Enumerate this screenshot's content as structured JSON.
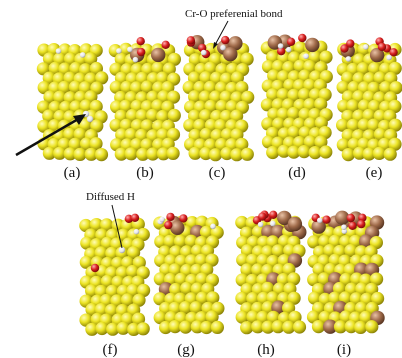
{
  "figure": {
    "panels": [
      {
        "label": "(a)",
        "adsorbates": "H"
      },
      {
        "label": "(b)",
        "adsorbates": "O, H"
      },
      {
        "label": "(c)",
        "adsorbates": "O, H, Cr"
      },
      {
        "label": "(d)",
        "adsorbates": "O, H, Cr"
      },
      {
        "label": "(e)",
        "adsorbates": "O, H, Cr"
      },
      {
        "label": "(f)",
        "adsorbates": "O, H"
      },
      {
        "label": "(g)",
        "adsorbates": "O, H, Cr"
      },
      {
        "label": "(h)",
        "adsorbates": "O, H, Cr"
      },
      {
        "label": "(i)",
        "adsorbates": "O, H, Cr"
      }
    ],
    "annotations": {
      "cr_o_bond": "Cr-O preferenial bond",
      "diffused_h": "Diffused H"
    },
    "colors": {
      "host_atom": "#e8e020",
      "host_atom_dark": "#8a8200",
      "cr_atom": "#a06b4a",
      "o_atom": "#d81e1e",
      "h_atom": "#e8e8ec"
    }
  }
}
